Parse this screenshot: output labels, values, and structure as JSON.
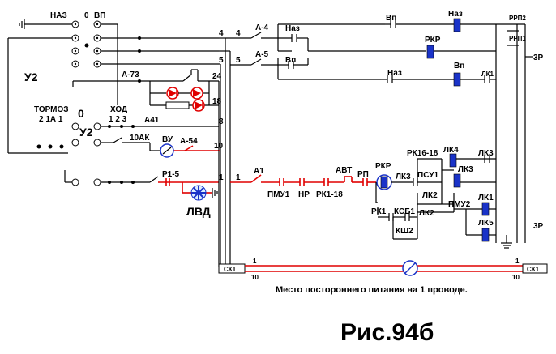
{
  "figure": {
    "title": "Рис.94б",
    "caption": "Место постороннего питания на 1 проводе."
  },
  "controller": {
    "label_naz": "НАЗ",
    "label_zero": "0",
    "label_vp": "ВП",
    "label_u2_top": "У2",
    "label_tormoz": "ТОРМОЗ",
    "label_tormoz_pos": "2 1А 1",
    "label_zero_big": "0",
    "label_u2_mid": "У2",
    "label_hod": "ХОД",
    "label_hod_pos": "1  2  3"
  },
  "wires": {
    "w4": "4",
    "w5": "5",
    "w24": "24",
    "w18": "18",
    "w8": "8",
    "w10": "10",
    "w1": "1",
    "w4r": "4",
    "w5r": "5",
    "w1r": "1",
    "w1_bus_l": "1",
    "w10_bus_l": "10",
    "w1_bus_r": "1",
    "w10_bus_r": "10"
  },
  "components": {
    "a73": "А-73",
    "a41": "А41",
    "ak10": "10АК",
    "vu": "ВУ",
    "a54": "А-54",
    "p15": "Р1-5",
    "lvd": "ЛВД",
    "a1": "А1",
    "pmu1": "ПМУ1",
    "nr": "НР",
    "rk118": "РК1-18",
    "avt": "АВТ",
    "rp": "РП",
    "rkr_coil": "РКР",
    "lk3_a": "ЛК3",
    "rk1": "РК1",
    "ksb1": "КСБ1",
    "ksh2": "КШ2",
    "rk1618": "РК16-18",
    "psu1": "ПСУ1",
    "lk2_a": "ЛК2",
    "lk2_b": "ЛК2",
    "pmu2": "ПМУ2",
    "lk4": "ЛК4",
    "lk3_coil": "ЛК3",
    "lk3_b": "ЛК3",
    "lk1_coil": "ЛК1",
    "lk5": "ЛК5",
    "zr_bottom": "3Р",
    "a4": "А-4",
    "a5": "А-5",
    "naz_c1": "Наз",
    "vp_c1": "Вп",
    "vp_top": "Вп",
    "naz_coil_top": "Наз",
    "rkr_top": "РКР",
    "vp_coil": "Вп",
    "naz_mid": "Наз",
    "lk1_top": "ЛК1",
    "rrp2": "РРП2",
    "rrp1": "РРП1",
    "zr_top": "3Р",
    "sk1_left": "СК1",
    "sk1_right": "СК1"
  }
}
